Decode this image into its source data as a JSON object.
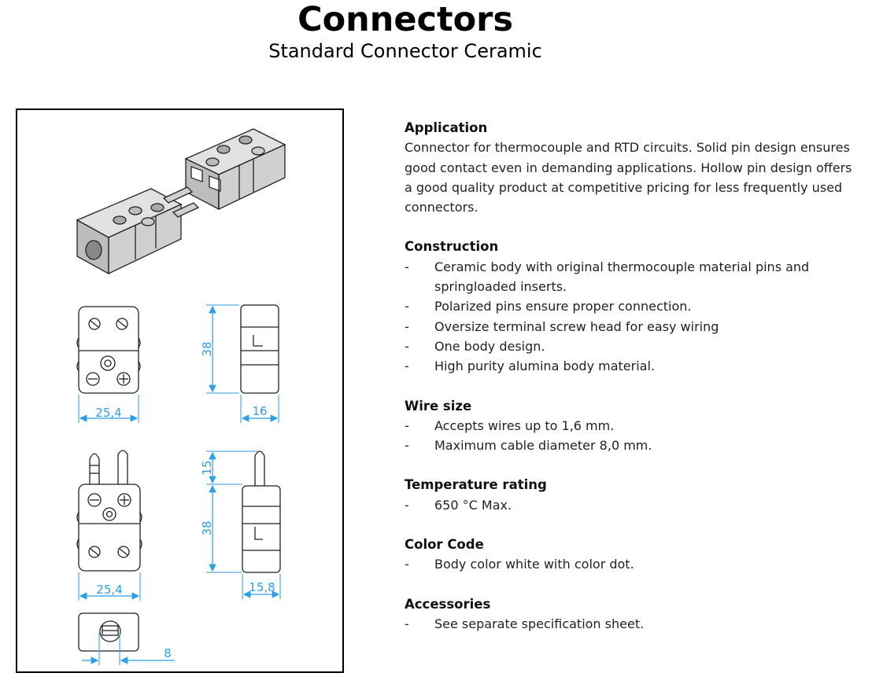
{
  "header": {
    "title": "Connectors",
    "subtitle": "Standard Connector Ceramic"
  },
  "drawing": {
    "dims": {
      "top_width": "25,4",
      "top_height": "38",
      "side_width": "16",
      "mid_width": "25,4",
      "pin_length": "15",
      "mid_height": "38",
      "side_width_2": "15,8",
      "bottom_dim": "8"
    },
    "colors": {
      "dimension": "#2e9ee6",
      "outline": "#222222",
      "body_fill": "#d7d7d7",
      "body_shade": "#a9a9a9"
    }
  },
  "spec": {
    "application": {
      "heading": "Application",
      "text": "Connector for thermocouple and RTD circuits. Solid pin design ensures good contact even in demanding applications. Hollow pin design offers a good quality product at competitive pricing for less frequently used connectors."
    },
    "construction": {
      "heading": "Construction",
      "items": [
        "Ceramic body with original thermocouple material pins and springloaded inserts.",
        "Polarized pins ensure proper connection.",
        "Oversize terminal screw head for easy wiring",
        "One body design.",
        "High purity alumina body material."
      ]
    },
    "wire_size": {
      "heading": "Wire size",
      "items": [
        "Accepts wires up to 1,6 mm.",
        "Maximum cable diameter 8,0 mm."
      ]
    },
    "temperature": {
      "heading": "Temperature rating",
      "items": [
        "650 °C Max."
      ]
    },
    "color_code": {
      "heading": "Color Code",
      "items": [
        "Body color white with color dot."
      ]
    },
    "accessories": {
      "heading": "Accessories",
      "items": [
        "See separate specification sheet."
      ]
    },
    "dash": "-"
  }
}
